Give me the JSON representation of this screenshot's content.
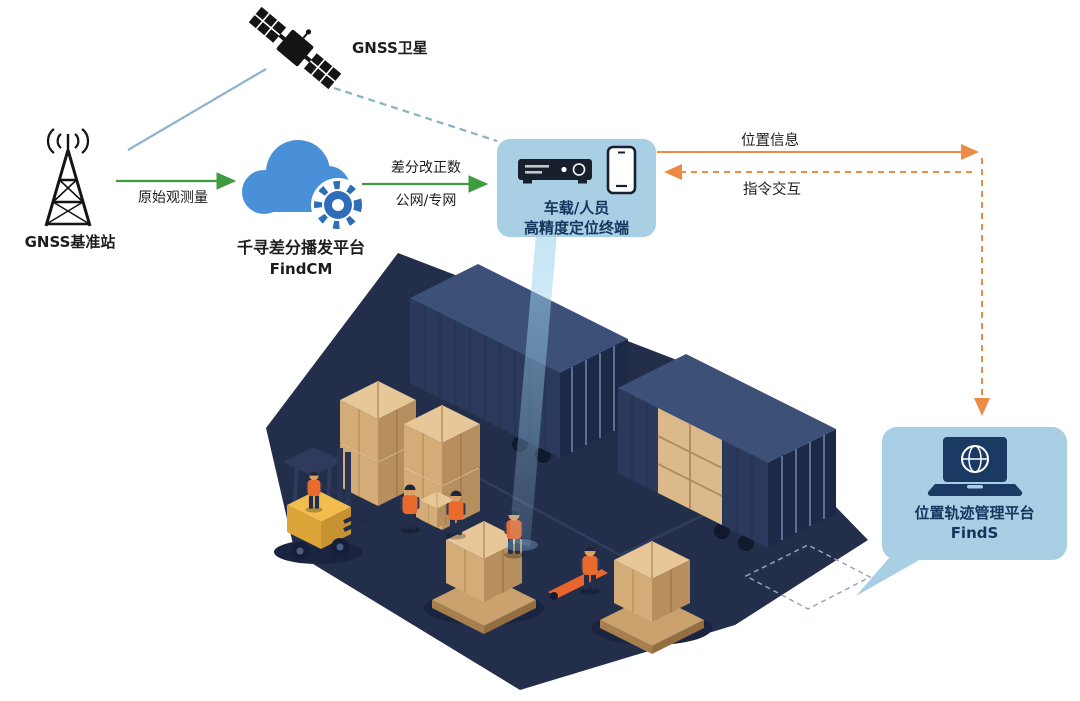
{
  "nodes": {
    "satellite": {
      "label": "GNSS卫星"
    },
    "base_station": {
      "label": "GNSS基准站"
    },
    "cloud": {
      "line1": "千寻差分播发平台",
      "line2": "FindCM"
    },
    "terminal": {
      "line1": "车载/人员",
      "line2": "高精度定位终端"
    },
    "platform": {
      "line1": "位置轨迹管理平台",
      "line2": "FindS"
    }
  },
  "edges": {
    "raw_observation": {
      "label": "原始观测量"
    },
    "corrections": {
      "line1": "差分改正数",
      "line2": "公网/专网"
    },
    "position_info": {
      "label": "位置信息"
    },
    "command": {
      "label": "指令交互"
    }
  },
  "icons": [
    "satellite-icon",
    "radio-tower-icon",
    "cloud-gear-icon",
    "receiver-icon",
    "smartphone-icon",
    "laptop-globe-icon"
  ],
  "colors": {
    "bubble_fill": "#a8cfe4",
    "bubble_text": "#14365e",
    "green_arrow": "#3f9b3f",
    "orange_arrow": "#ef8a44",
    "cloud_blue": "#4a90d9",
    "gear_blue": "#2f6db8",
    "satellite_link": "#8db4cb",
    "ground_navy": "#232e4b",
    "container_navy": "#2b3a5c",
    "box_tan": "#d3ac77",
    "forklift_yellow": "#f2bd4d",
    "vest_orange": "#e96a2c"
  }
}
